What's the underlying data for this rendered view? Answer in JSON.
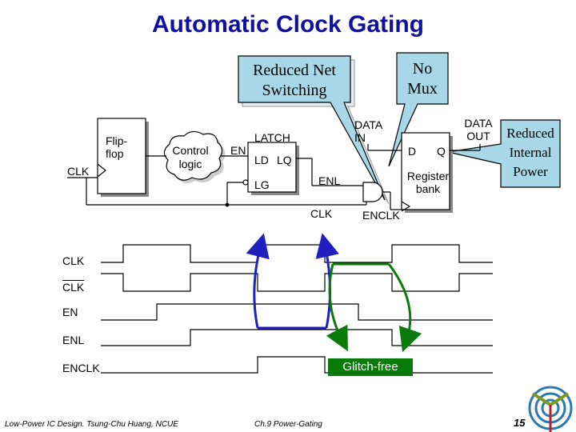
{
  "title": "Automatic Clock Gating",
  "callouts": {
    "reduced_net": "Reduced Net Switching",
    "no_mux": "No Mux",
    "reduced_power": "Reduced Internal Power"
  },
  "circuit": {
    "flipflop": "Flip-flop",
    "clk_ff": "CLK",
    "control_logic": "Control logic",
    "en": "EN",
    "latch": "LATCH",
    "ld": "LD",
    "lq": "LQ",
    "lg": "LG",
    "enl": "ENL",
    "clk_bottom": "CLK",
    "enclk": "ENCLK",
    "data_in": "DATA IN",
    "data_out": "DATA OUT",
    "d": "D",
    "q": "Q",
    "register_bank": "Register bank"
  },
  "waveforms": {
    "labels": [
      "CLK",
      "CLK",
      "EN",
      "ENL",
      "ENCLK"
    ],
    "clk_bar_overline": true
  },
  "glitch_free": "Glitch-free",
  "footer": {
    "left": "Low-Power IC Design. Tsung-Chu Huang, NCUE",
    "center": "Ch.9 Power-Gating",
    "page": "15"
  },
  "colors": {
    "title": "#1010a0",
    "callout_fill": "#a8d8e8",
    "blue_arrow": "#2020c0",
    "green_arrow": "#0a7a0a"
  }
}
